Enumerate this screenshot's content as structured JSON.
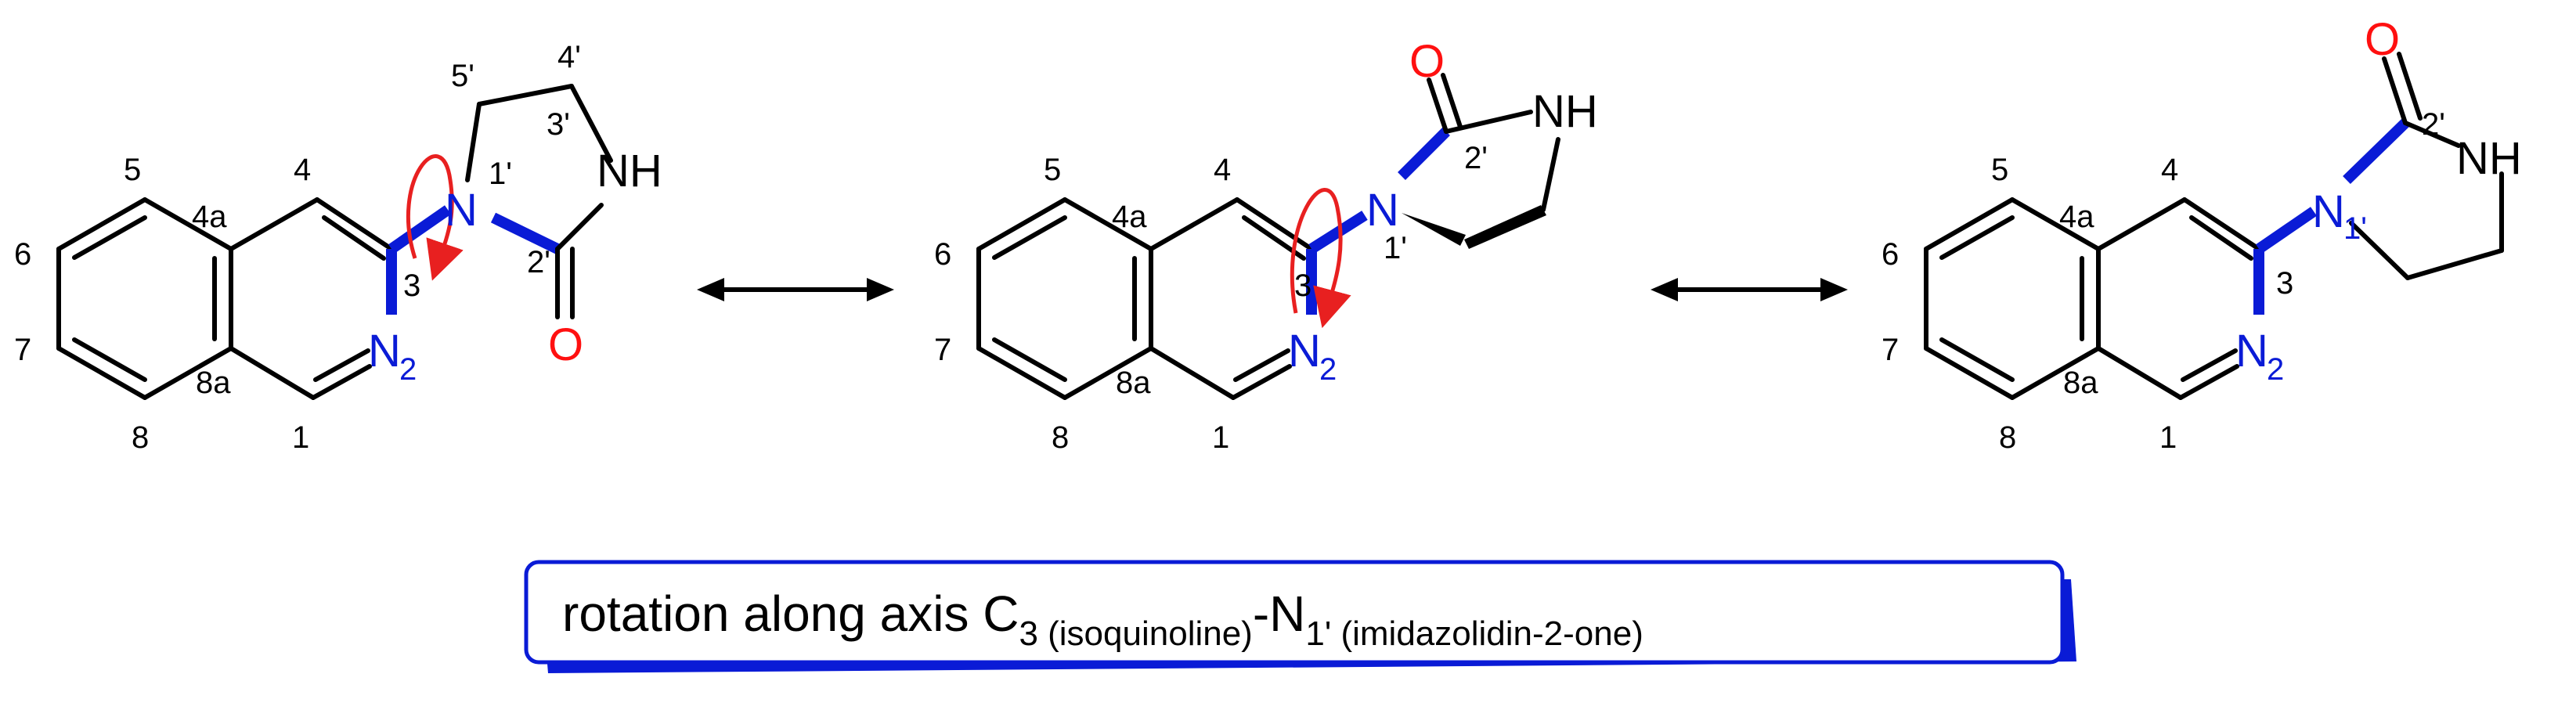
{
  "structures": [
    {
      "positions": [
        "5",
        "4",
        "4a",
        "6",
        "7",
        "8",
        "8a",
        "1",
        "3",
        "5'",
        "4'",
        "3'",
        "1'",
        "2'"
      ],
      "atoms": {
        "n1": "N",
        "n1_sub": "1'",
        "n2": "N",
        "n2_sub": "2",
        "nh": "NH",
        "o": "O"
      }
    },
    {
      "positions": [
        "5",
        "4",
        "4a",
        "6",
        "7",
        "8",
        "8a",
        "1",
        "3",
        "2'",
        "1'"
      ],
      "atoms": {
        "n1": "N",
        "n2": "N",
        "n2_sub": "2",
        "nh": "NH",
        "o": "O"
      }
    },
    {
      "positions": [
        "5",
        "4",
        "4a",
        "6",
        "7",
        "8",
        "8a",
        "1",
        "3",
        "2'"
      ],
      "atoms": {
        "n1": "N",
        "n1_sub": "1'",
        "n2": "N",
        "n2_sub": "2",
        "nh": "NH",
        "o": "O"
      }
    }
  ],
  "caption": {
    "text_main": "rotation along axis C",
    "sub_c": "3 (isoquinoline)",
    "dash_n": "-N",
    "sub_n": "1' (imidazolidin-2-one)"
  },
  "colors": {
    "nitrogen": "#0a1bd6",
    "oxygen": "#ff1010",
    "rotation_arrow": "#e82020",
    "box_border": "#0a1bd6"
  }
}
